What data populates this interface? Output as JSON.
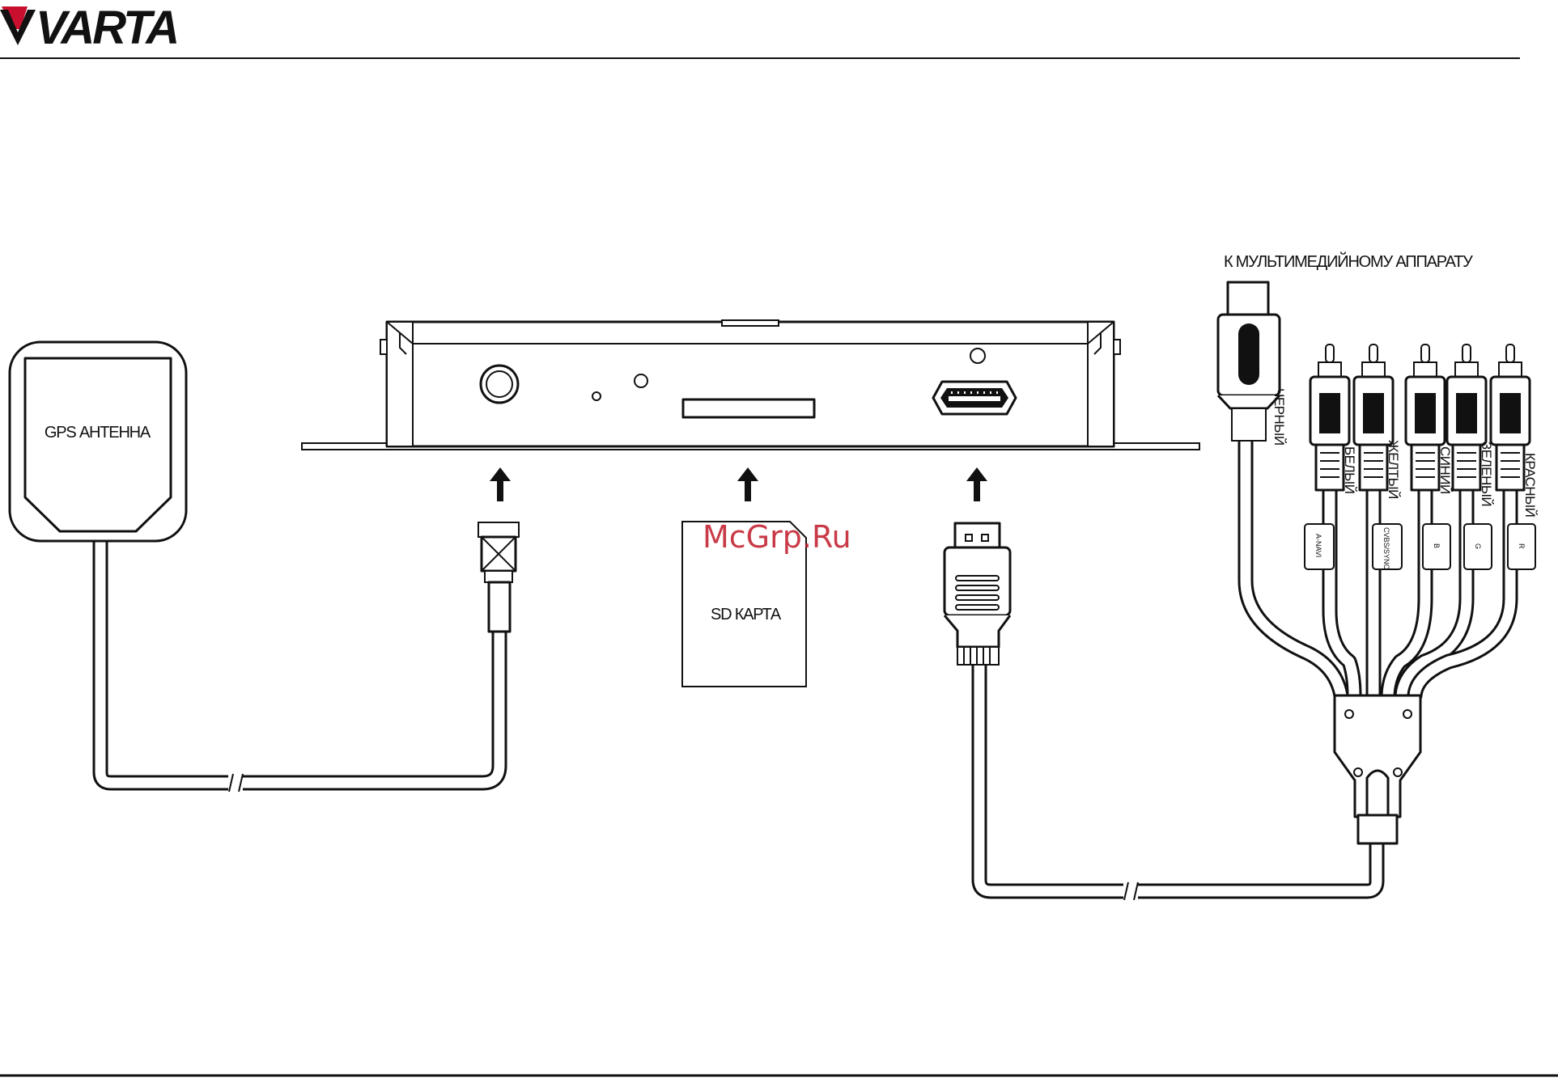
{
  "brand": {
    "name": "VARTA",
    "logo_color": "#c8102e"
  },
  "watermark": {
    "text": "McGrp.Ru",
    "color": "#c01828"
  },
  "labels": {
    "gps_antenna": "GPS АНТЕННА",
    "sd_card": "SD КАРТА",
    "multimedia_target": "К МУЛЬТИМЕДИЙНОМУ АППАРАТУ"
  },
  "wire_colors": {
    "black": "ЧЕРНЫЙ",
    "white": "БЕЛЫЙ",
    "yellow": "ЖЕЛТЫЙ",
    "blue": "СИНИЙ",
    "green": "ЗЕЛЕНЫЙ",
    "red": "КРАСНЫЙ"
  },
  "connector_tags": {
    "audio": "A-NAVI",
    "cvbs": "CVBS/SYNC",
    "b": "B",
    "g": "G",
    "r": "R"
  },
  "icons": [
    "varta-logo-icon",
    "up-arrow-icon",
    "gps-antenna-icon",
    "sma-connector-icon",
    "sd-card-icon",
    "hdmi-plug-icon",
    "rca-plug-icon",
    "usb-plug-icon",
    "cable-splitter-icon"
  ]
}
